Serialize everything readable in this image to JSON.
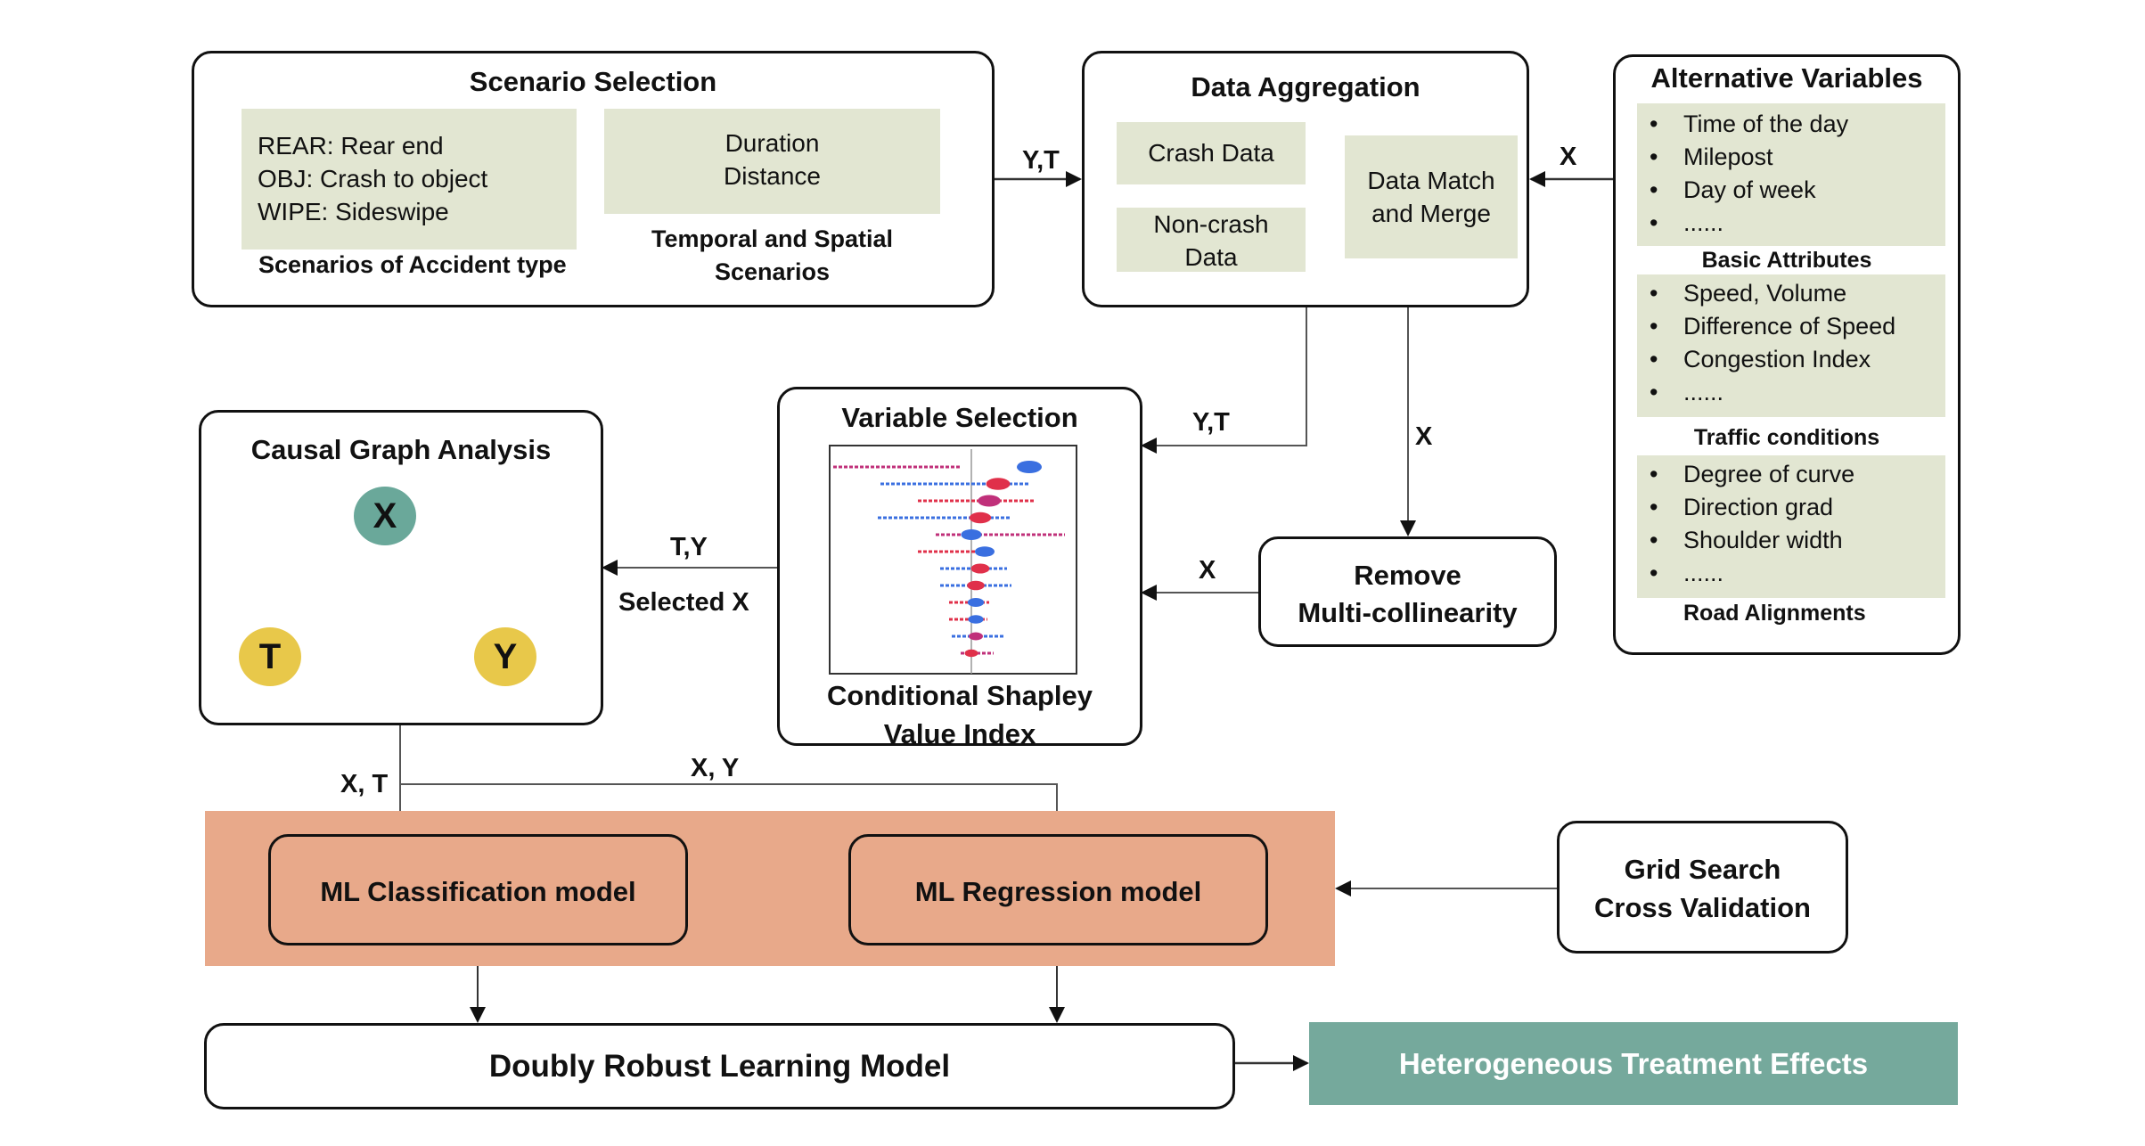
{
  "scenario_selection": {
    "title": "Scenario Selection",
    "accident_types": [
      "REAR: Rear end",
      "OBJ: Crash to object",
      "WIPE: Sideswipe"
    ],
    "accident_caption": "Scenarios of Accident type",
    "temporal_items": [
      "Duration",
      "Distance"
    ],
    "temporal_caption_line1": "Temporal and Spatial",
    "temporal_caption_line2": "Scenarios"
  },
  "data_aggregation": {
    "title": "Data Aggregation",
    "crash": "Crash Data",
    "noncrash_line1": "Non-crash",
    "noncrash_line2": "Data",
    "merge_line1": "Data Match",
    "merge_line2": "and Merge"
  },
  "alternative_variables": {
    "title": "Alternative Variables",
    "groups": [
      {
        "items": [
          "Time of the day",
          "Milepost",
          "Day of week",
          "......"
        ],
        "caption": "Basic Attributes"
      },
      {
        "items": [
          "Speed, Volume",
          "Difference of Speed",
          "Congestion Index",
          "......"
        ],
        "caption": "Traffic conditions"
      },
      {
        "items": [
          "Degree of curve",
          "Direction grad",
          "Shoulder width",
          "......"
        ],
        "caption": "Road Alignments"
      }
    ]
  },
  "variable_selection": {
    "title": "Variable Selection",
    "caption_line1": "Conditional Shapley",
    "caption_line2": "Value Index"
  },
  "remove_mc": {
    "line1": "Remove",
    "line2": "Multi-collinearity"
  },
  "causal_graph": {
    "title": "Causal Graph Analysis",
    "nodes": {
      "x": "X",
      "t": "T",
      "y": "Y"
    },
    "colors": {
      "x": "#6aa89a",
      "t": "#e8c84a",
      "y": "#e8c84a"
    }
  },
  "ml": {
    "classification": "ML Classification model",
    "regression": "ML Regression model",
    "band_color": "#e8a98a"
  },
  "grid_search": {
    "line1": "Grid Search",
    "line2": "Cross Validation"
  },
  "drl": {
    "label": "Doubly Robust Learning Model"
  },
  "hte": {
    "label": "Heterogeneous Treatment Effects",
    "color": "#75a99c"
  },
  "edge_labels": {
    "scenario_to_agg": "Y,T",
    "alt_to_agg": "X",
    "agg_to_varsel": "Y,T",
    "agg_to_remove": "X",
    "remove_to_varsel": "X",
    "varsel_to_causal_top": "T,Y",
    "varsel_to_causal_bottom": "Selected X",
    "causal_to_class": "X, T",
    "causal_to_reg": "X, Y"
  }
}
